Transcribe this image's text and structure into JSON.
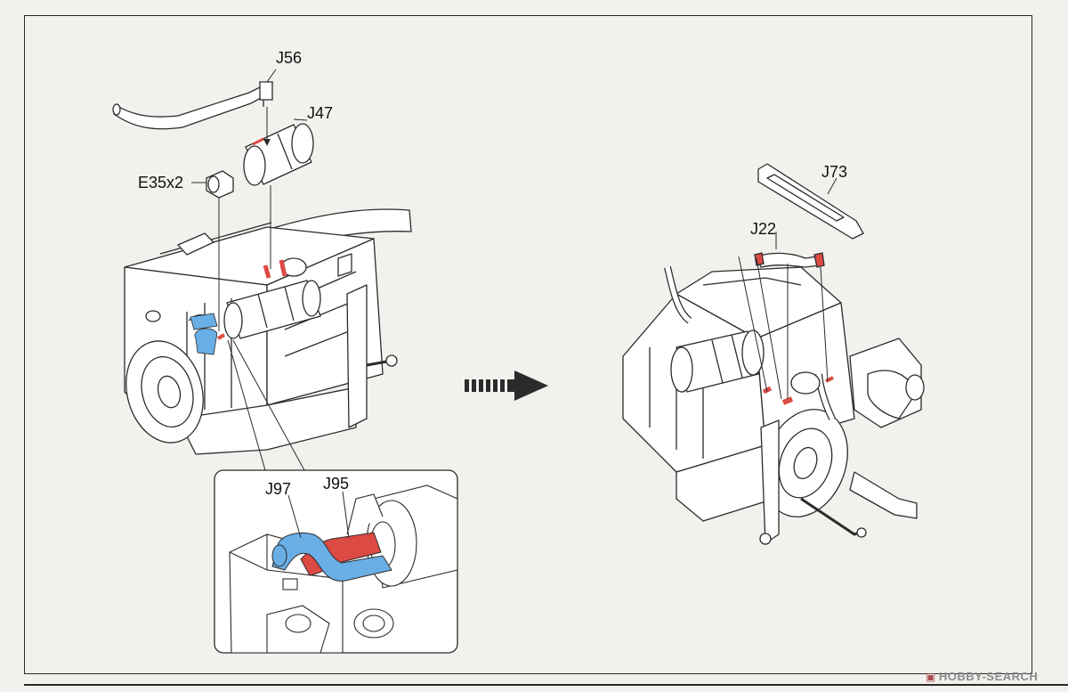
{
  "labels": {
    "j56": "J56",
    "j47": "J47",
    "e35": "E35x2",
    "j97": "J97",
    "j95": "J95",
    "j73": "J73",
    "j22": "J22"
  },
  "watermark": {
    "brand": "HOBBY",
    "suffix": "SEARCH"
  },
  "colors": {
    "part_blue": "#6aaee6",
    "part_red": "#dc4a44",
    "line": "#2b2b2b",
    "fill": "#ffffff"
  },
  "icons": {
    "arrow": "right-arrow-icon"
  }
}
